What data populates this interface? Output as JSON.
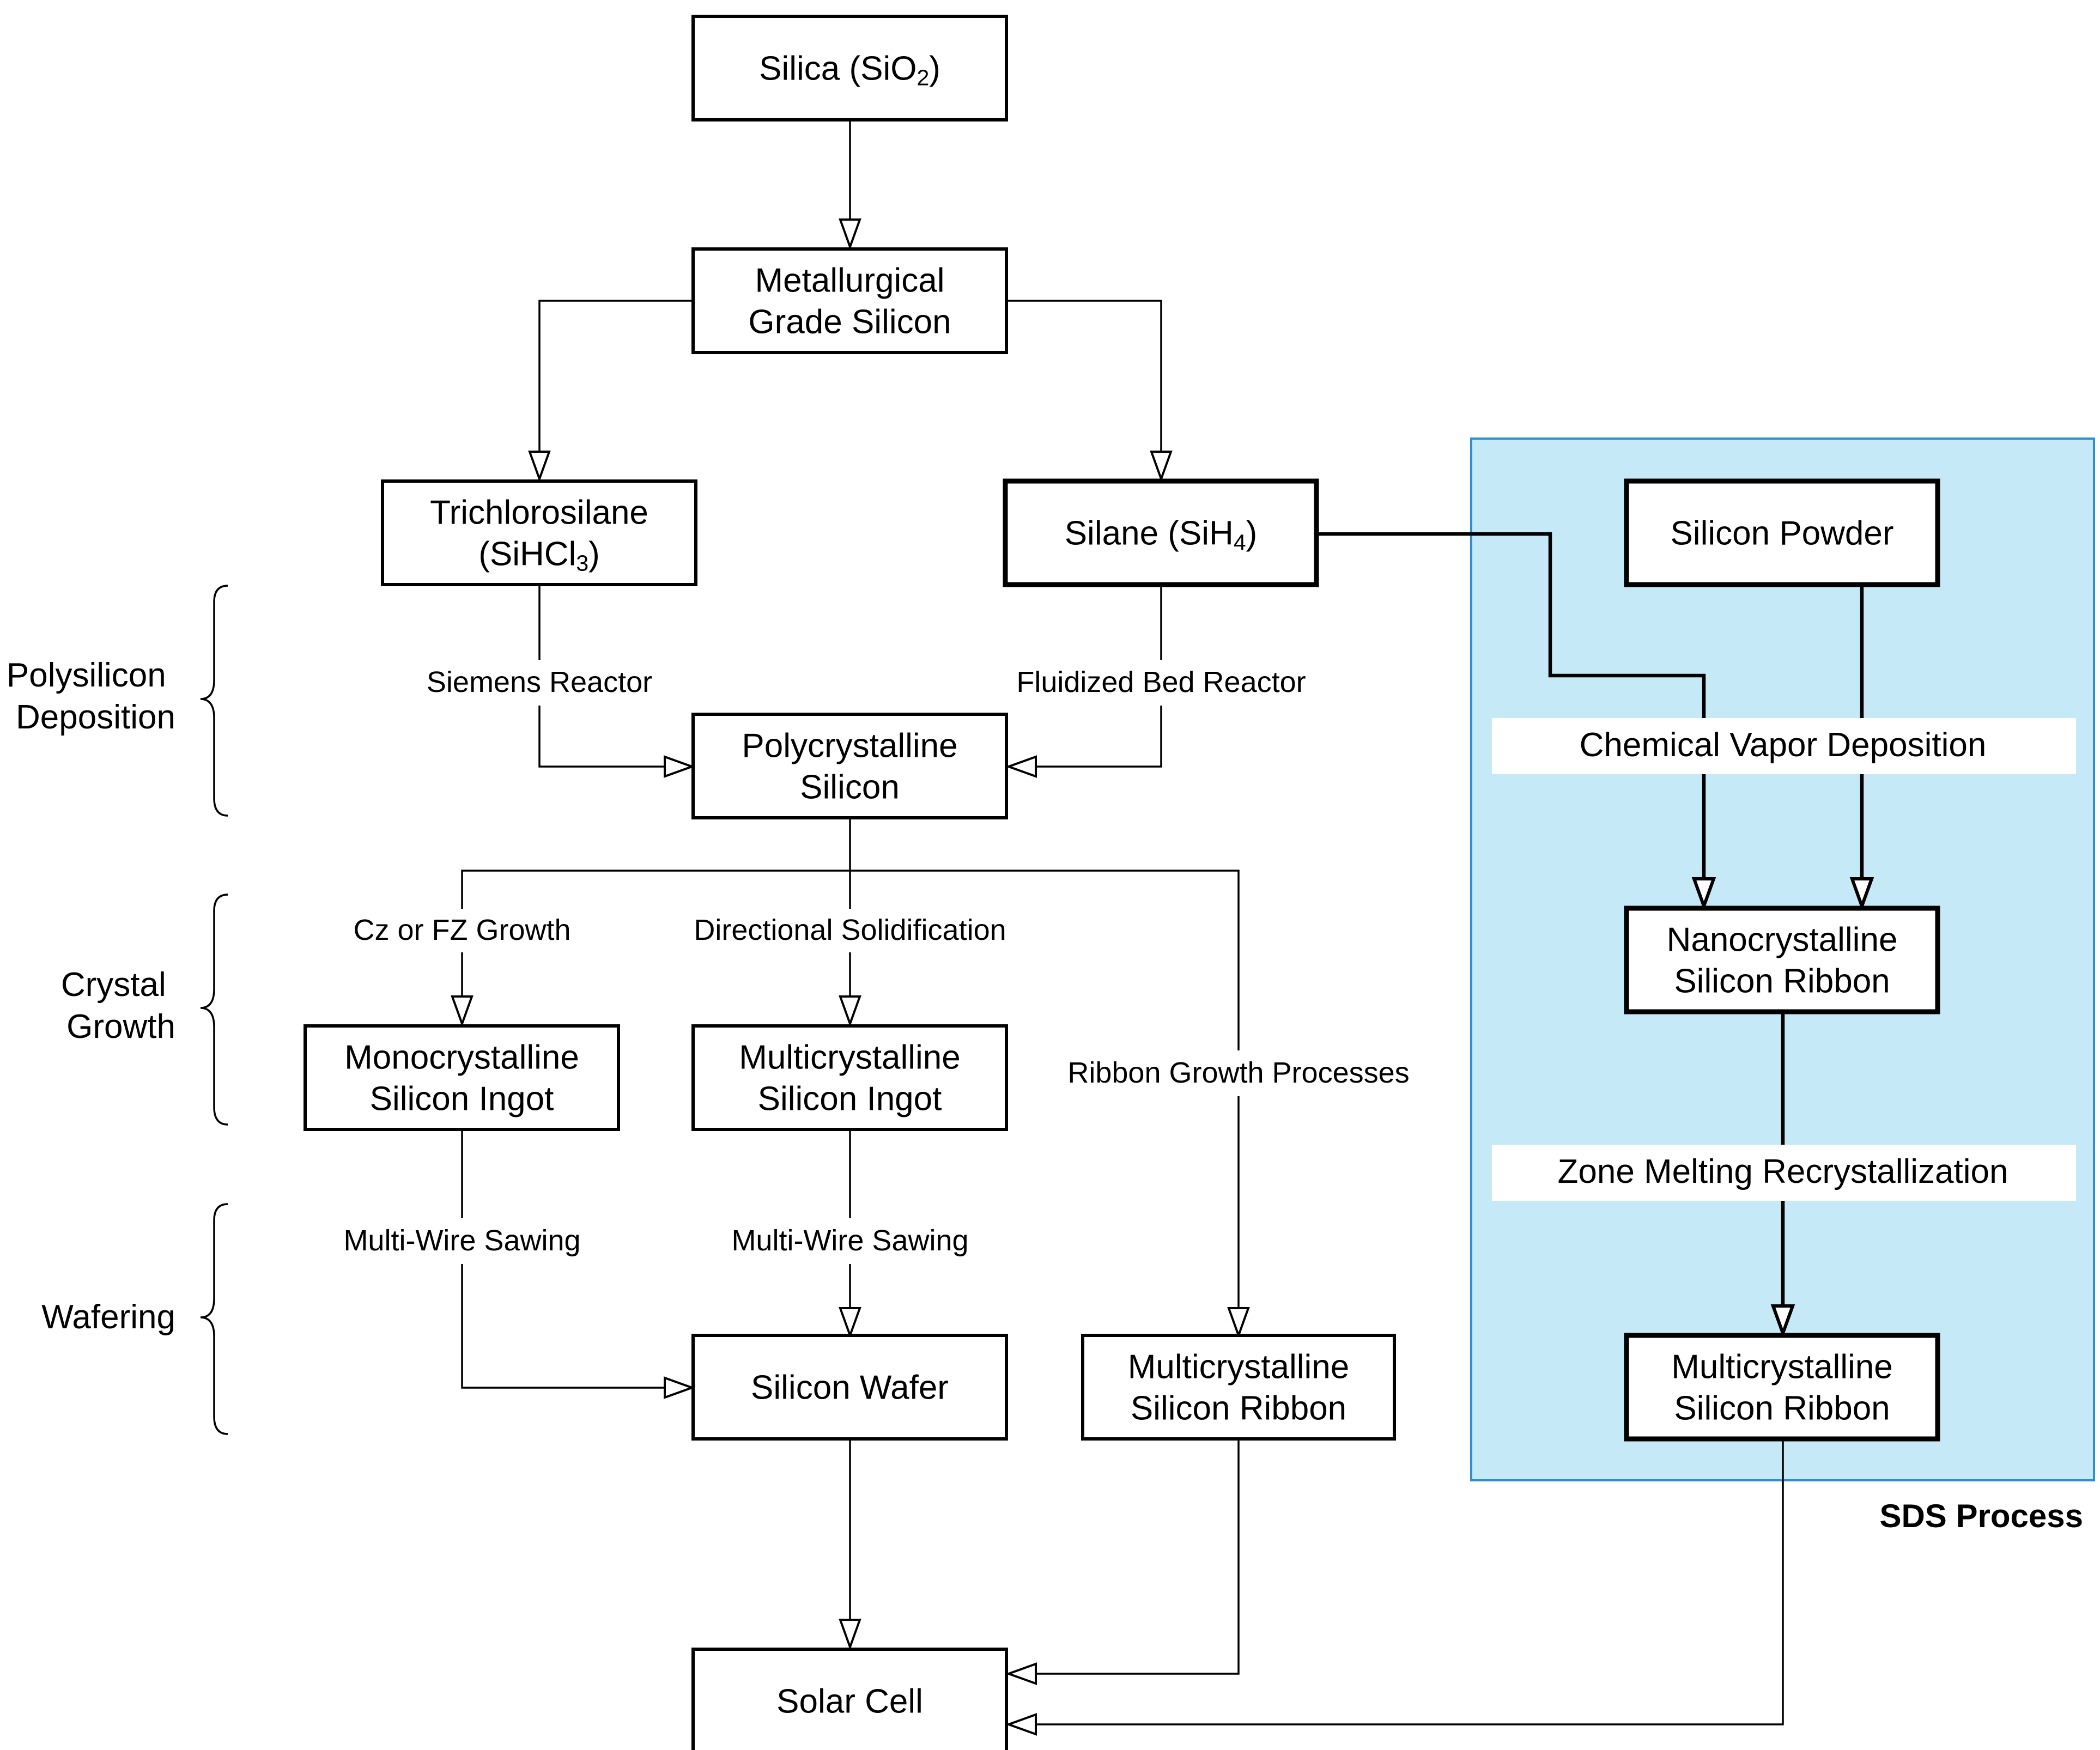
{
  "colors": {
    "sds_fill": "#c5e9f7",
    "sds_border": "#2b8fd0",
    "sds_label": "#1a7fc6",
    "stroke": "#000000"
  },
  "nodes": {
    "silica": {
      "lines": [
        {
          "parts": [
            {
              "t": "Silica (SiO"
            },
            {
              "t": "2",
              "sub": true
            },
            {
              "t": ")"
            }
          ]
        }
      ]
    },
    "mg_silicon": {
      "lines": [
        {
          "parts": [
            {
              "t": "Metallurgical"
            }
          ]
        },
        {
          "parts": [
            {
              "t": "Grade Silicon"
            }
          ]
        }
      ]
    },
    "trichlorosilane": {
      "lines": [
        {
          "parts": [
            {
              "t": "Trichlorosilane"
            }
          ]
        },
        {
          "parts": [
            {
              "t": "(SiHCl"
            },
            {
              "t": "3",
              "sub": true
            },
            {
              "t": ")"
            }
          ]
        }
      ]
    },
    "silane": {
      "lines": [
        {
          "parts": [
            {
              "t": "Silane (SiH"
            },
            {
              "t": "4",
              "sub": true
            },
            {
              "t": ")"
            }
          ]
        }
      ]
    },
    "silicon_powder": {
      "lines": [
        {
          "parts": [
            {
              "t": "Silicon Powder"
            }
          ]
        }
      ]
    },
    "polycrystalline": {
      "lines": [
        {
          "parts": [
            {
              "t": "Polycrystalline"
            }
          ]
        },
        {
          "parts": [
            {
              "t": "Silicon"
            }
          ]
        }
      ]
    },
    "nanocrystalline_ribbon": {
      "lines": [
        {
          "parts": [
            {
              "t": "Nanocrystalline"
            }
          ]
        },
        {
          "parts": [
            {
              "t": "Silicon Ribbon"
            }
          ]
        }
      ]
    },
    "mono_ingot": {
      "lines": [
        {
          "parts": [
            {
              "t": "Monocrystalline"
            }
          ]
        },
        {
          "parts": [
            {
              "t": "Silicon Ingot"
            }
          ]
        }
      ]
    },
    "multi_ingot": {
      "lines": [
        {
          "parts": [
            {
              "t": "Multicrystalline"
            }
          ]
        },
        {
          "parts": [
            {
              "t": "Silicon Ingot"
            }
          ]
        }
      ]
    },
    "wafer": {
      "lines": [
        {
          "parts": [
            {
              "t": "Silicon Wafer"
            }
          ]
        }
      ]
    },
    "multi_ribbon": {
      "lines": [
        {
          "parts": [
            {
              "t": "Multicrystalline"
            }
          ]
        },
        {
          "parts": [
            {
              "t": "Silicon Ribbon"
            }
          ]
        }
      ]
    },
    "sds_multi_ribbon": {
      "lines": [
        {
          "parts": [
            {
              "t": "Multicrystalline"
            }
          ]
        },
        {
          "parts": [
            {
              "t": "Silicon Ribbon"
            }
          ]
        }
      ]
    },
    "solar_cell": {
      "lines": [
        {
          "parts": [
            {
              "t": "Solar Cell"
            }
          ]
        }
      ]
    }
  },
  "edge_labels": {
    "siemens": "Siemens Reactor",
    "fluidized": "Fluidized Bed Reactor",
    "cz_fz": "Cz or FZ Growth",
    "directional": "Directional Solidification",
    "ribbon_growth": "Ribbon Growth Processes",
    "sawing_mono": "Multi-Wire Sawing",
    "sawing_multi": "Multi-Wire Sawing",
    "cvd": "Chemical Vapor Deposition",
    "zmr": "Zone Melting Recrystallization"
  },
  "stages": {
    "polysilicon": [
      "Polysilicon",
      "Deposition"
    ],
    "crystal": [
      "Crystal",
      "Growth"
    ],
    "wafering": [
      "Wafering"
    ]
  },
  "sds": {
    "label": "SDS Process"
  }
}
